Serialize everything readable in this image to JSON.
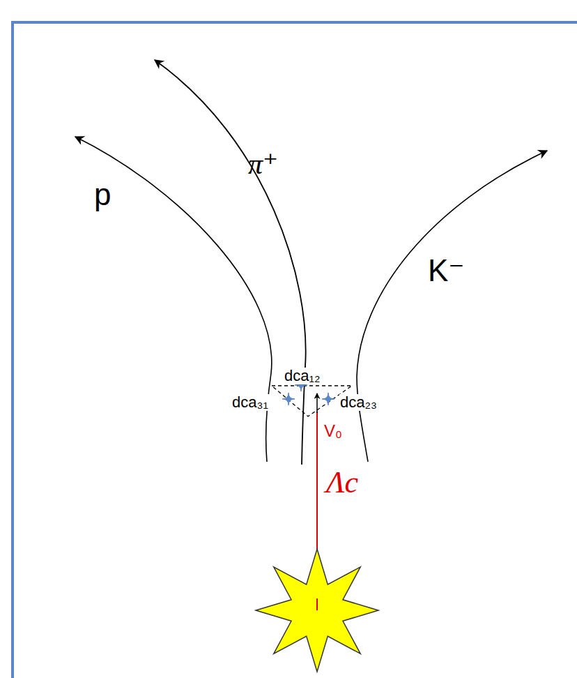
{
  "diagram": {
    "labels": [
      "p",
      "π⁺",
      "K⁻",
      "dca₁₂",
      "dca₃₁",
      "dca₂₃",
      "V₀",
      "Λc"
    ]
  }
}
